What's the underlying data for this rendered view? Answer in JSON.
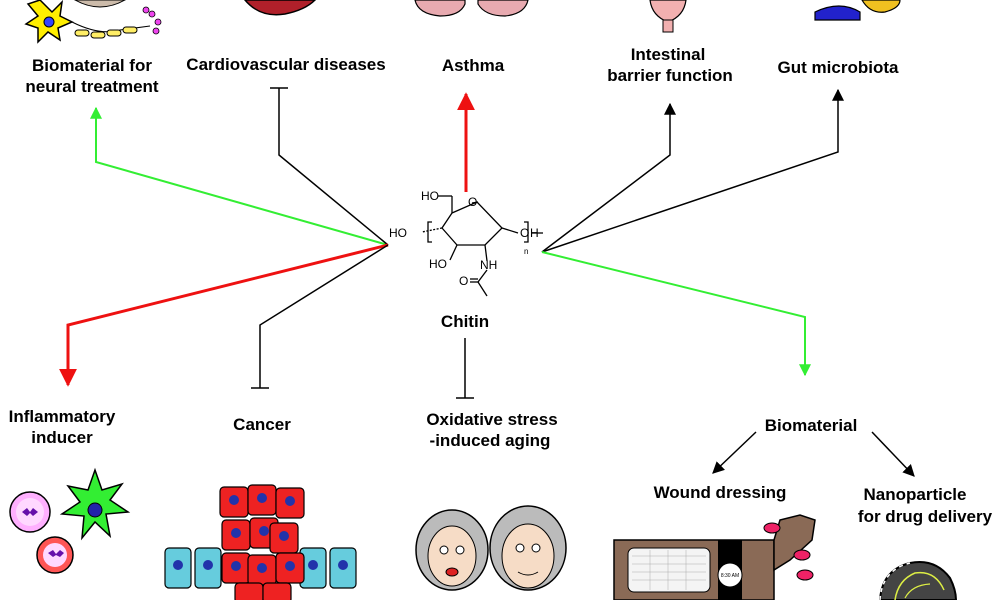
{
  "labels": {
    "neural": [
      "Biomaterial for",
      "neural treatment"
    ],
    "cardio": "Cardiovascular diseases",
    "asthma": "Asthma",
    "intestinal": [
      "Intestinal",
      "barrier function"
    ],
    "gut": "Gut microbiota",
    "chitin": "Chitin",
    "inflammatory": [
      "Inflammatory",
      "inducer"
    ],
    "cancer": "Cancer",
    "oxidative": [
      "Oxidative stress",
      "-induced aging"
    ],
    "biomaterial": "Biomaterial",
    "wound": "Wound dressing",
    "nanoparticle": [
      "Nanoparticle",
      "for drug delivery"
    ]
  },
  "chem": {
    "ho_top": "HO",
    "ho_left": "HO",
    "ho_bottom": "HO",
    "nh": "NH",
    "o_ring": "O",
    "o_link": "O",
    "o_carbonyl": "O",
    "h_end": "H",
    "n_sub": "n"
  },
  "watch_time": "8:30 AM",
  "colors": {
    "promote_green": "#33ee33",
    "promote_red": "#ee1111",
    "inhibit_black": "#000000"
  }
}
